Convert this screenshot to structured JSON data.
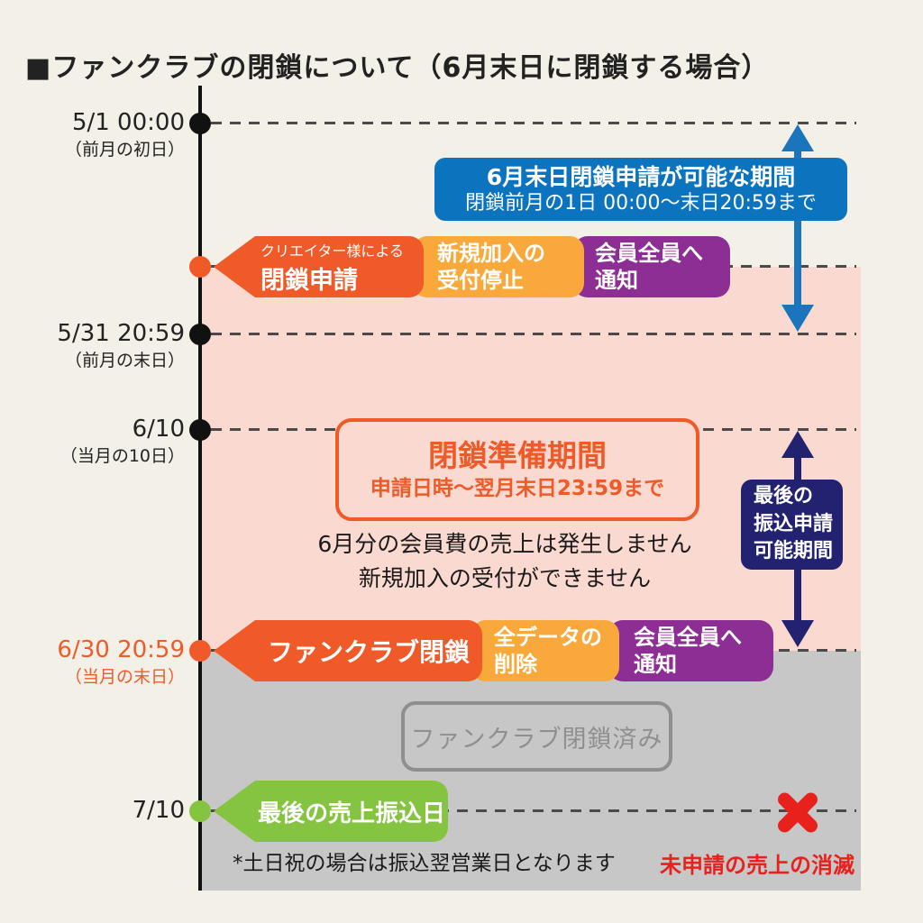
{
  "title": "■ファンクラブの閉鎖について（6月末日に閉鎖する場合）",
  "colors": {
    "background": "#F3F0E7",
    "timeline": "#111111",
    "blue": "#0C74BE",
    "blue_arrow": "#1B75BC",
    "orange": "#F05A28",
    "amber": "#F9A93B",
    "purple": "#8C2E93",
    "pink_region": "#FAD9D0",
    "navy": "#232270",
    "gray_region": "#C7C7C7",
    "gray_muted": "#8F8F8F",
    "green": "#85C441",
    "red": "#E8211D"
  },
  "dates": {
    "d0501": {
      "time": "5/1 00:00",
      "note": "（前月の初日）"
    },
    "d0531": {
      "time": "5/31 20:59",
      "note": "（前月の末日）"
    },
    "d0610": {
      "time": "6/10",
      "note": "（当月の10日）"
    },
    "d0630": {
      "time": "6/30 20:59",
      "note": "（当月の末日）"
    },
    "d0710": {
      "time": "7/10"
    }
  },
  "application_window": {
    "line1": "6月末日閉鎖申請が可能な期間",
    "line2": "閉鎖前月の1日 00:00〜末日20:59まで"
  },
  "events": {
    "closure_request": {
      "small": "クリエイター様による",
      "large": "閉鎖申請"
    },
    "suspend_signup": {
      "line1": "新規加入の",
      "line2": "受付停止"
    },
    "notify_members_1": {
      "line1": "会員全員へ",
      "line2": "通知"
    },
    "club_closure": {
      "label": "ファンクラブ閉鎖"
    },
    "delete_all_data": {
      "line1": "全データの",
      "line2": "削除"
    },
    "notify_members_2": {
      "line1": "会員全員へ",
      "line2": "通知"
    },
    "final_payout": {
      "label": "最後の売上振込日"
    }
  },
  "preparation_period": {
    "title": "閉鎖準備期間",
    "subtitle": "申請日時〜翌月末日23:59まで",
    "note1": "6月分の会員費の売上は発生しません",
    "note2": "新規加入の受付ができません"
  },
  "payout_window": {
    "line1": "最後の",
    "line2": "振込申請",
    "line3": "可能期間"
  },
  "closed_state": {
    "label": "ファンクラブ閉鎖済み"
  },
  "footnote": "*土日祝の場合は振込翌営業日となります",
  "lost_sales": "未申請の売上の消滅"
}
